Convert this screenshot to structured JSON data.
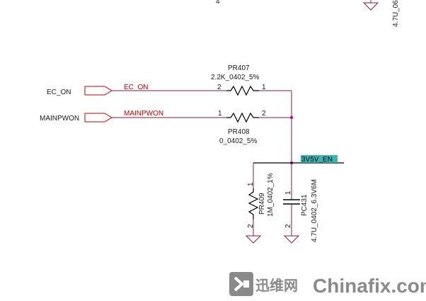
{
  "schematic": {
    "top_partial_label_left": "4",
    "top_partial_label_right": "4.7U_06",
    "ports": {
      "ec_on": "EC_ON",
      "mainpwon": "MAINPWON"
    },
    "nets": {
      "ec_on": "EC_ON",
      "mainpwon": "MAINPWON",
      "en": "3V5V_EN"
    },
    "resistors": {
      "pr407": {
        "ref": "PR407",
        "value": "2.2K_0402_5%",
        "pin_left": "2",
        "pin_right": "1"
      },
      "pr408": {
        "ref": "PR408",
        "value": "0_0402_5%",
        "pin_left": "1",
        "pin_right": "2"
      },
      "pr409": {
        "ref": "PR409",
        "value": "1M_0402_1%",
        "pin_top": "1",
        "pin_bottom": "2"
      }
    },
    "capacitors": {
      "pc431": {
        "ref": "PC431",
        "value": "4.7U_0402_6.3V6M",
        "pin_top": "1",
        "pin_bottom": "2"
      }
    }
  },
  "watermark": {
    "cn": "迅维网",
    "en": "Chinafix.com"
  },
  "colors": {
    "wire": "#8b1a3a",
    "net_label": "#c00000",
    "component": "#000000",
    "junction": "#c000c0",
    "highlight": "#1aa7a7",
    "watermark": "#8a8a8a"
  }
}
